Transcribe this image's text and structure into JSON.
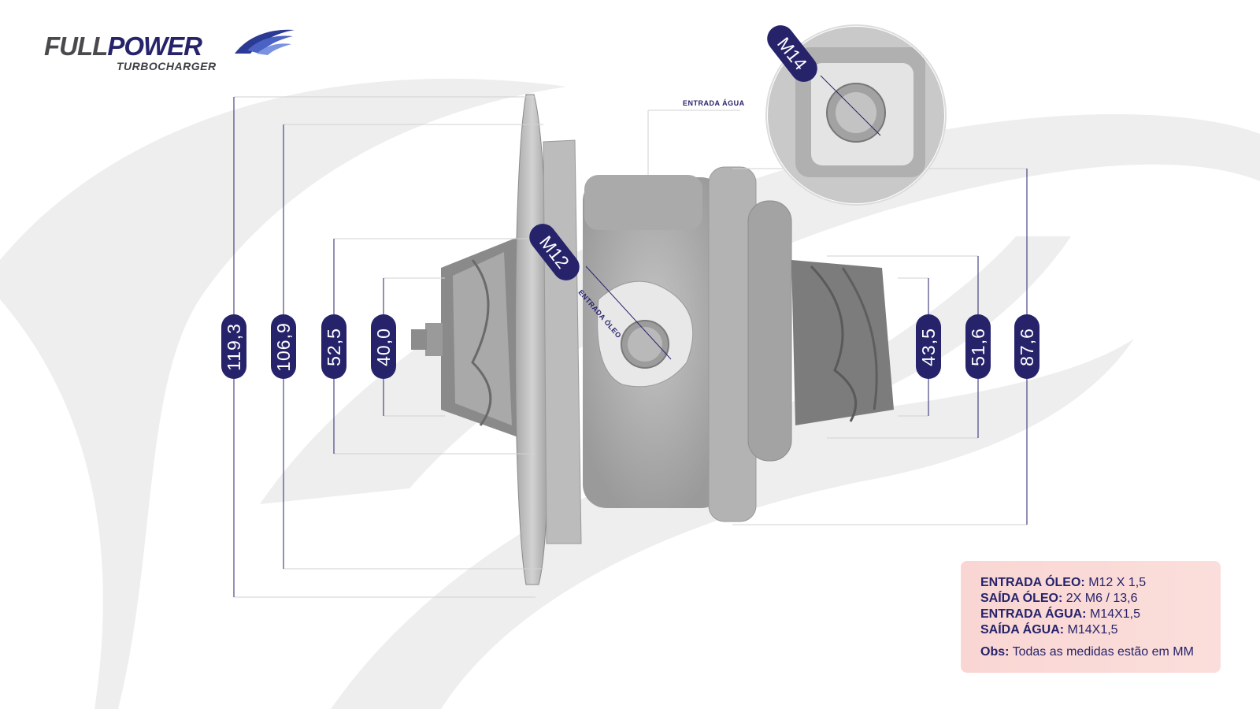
{
  "brand": {
    "name_part1": "FULL",
    "name_part2": "POWER",
    "subtitle": "TURBOCHARGER"
  },
  "dimensions": {
    "d1": "119,3",
    "d2": "106,9",
    "d3": "52,5",
    "d4": "40,0",
    "d5": "43,5",
    "d6": "51,6",
    "d7": "87,6"
  },
  "threads": {
    "oil_inlet": "M12",
    "water_inlet": "M14"
  },
  "labels": {
    "oil_inlet": "ENTRADA ÓLEO",
    "water_inlet": "ENTRADA ÁGUA"
  },
  "specs": {
    "oil_in_key": "ENTRADA ÓLEO:",
    "oil_in_val": "M12 X 1,5",
    "oil_out_key": "SAÍDA ÓLEO:",
    "oil_out_val": "2X M6 / 13,6",
    "water_in_key": "ENTRADA ÁGUA:",
    "water_in_val": "M14X1,5",
    "water_out_key": "SAÍDA ÁGUA:",
    "water_out_val": "M14X1,5",
    "obs_key": "Obs:",
    "obs_val": "Todas as medidas estão em MM"
  },
  "colors": {
    "accent": "#26236b",
    "part_gray": "#b5b5b5",
    "swoosh": "#eeeeee",
    "spec_bg": "#f9d6d3"
  }
}
